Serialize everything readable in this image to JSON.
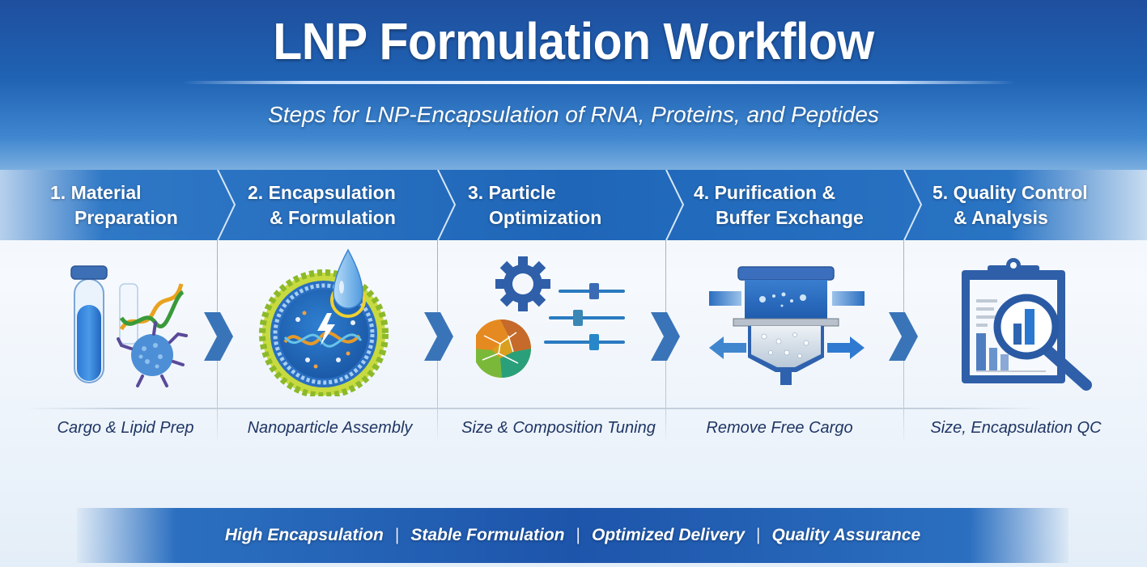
{
  "header": {
    "title": "LNP Formulation Workflow",
    "subtitle": "Steps for LNP-Encapsulation of RNA, Proteins, and Peptides"
  },
  "steps": [
    {
      "number": "1.",
      "title_line1": "1. Material",
      "title_line2": "Preparation",
      "caption": "Cargo & Lipid Prep",
      "icon": "test-tube-dna-virus-icon"
    },
    {
      "number": "2.",
      "title_line1": "2. Encapsulation",
      "title_line2": "& Formulation",
      "caption": "Nanoparticle Assembly",
      "icon": "lipid-nanoparticle-droplet-icon"
    },
    {
      "number": "3.",
      "title_line1": "3. Particle",
      "title_line2": "Optimization",
      "caption": "Size & Composition Tuning",
      "icon": "gear-sliders-icon"
    },
    {
      "number": "4.",
      "title_line1": "4. Purification &",
      "title_line2": "Buffer Exchange",
      "caption": "Remove Free Cargo",
      "icon": "filter-funnel-icon"
    },
    {
      "number": "5.",
      "title_line1": "5. Quality Control",
      "title_line2": "& Analysis",
      "caption": "Size, Encapsulation QC",
      "icon": "clipboard-magnifier-chart-icon"
    }
  ],
  "footer": {
    "items": [
      "High Encapsulation",
      "Stable Formulation",
      "Optimized Delivery",
      "Quality Assurance"
    ],
    "separator": "|"
  },
  "colors": {
    "header_dark": "#1f4f9e",
    "band_blue": "#1f66b8",
    "arrow_blue": "#3a74b8",
    "caption_navy": "#1f3565",
    "icon_blue": "#2f5fa8"
  }
}
